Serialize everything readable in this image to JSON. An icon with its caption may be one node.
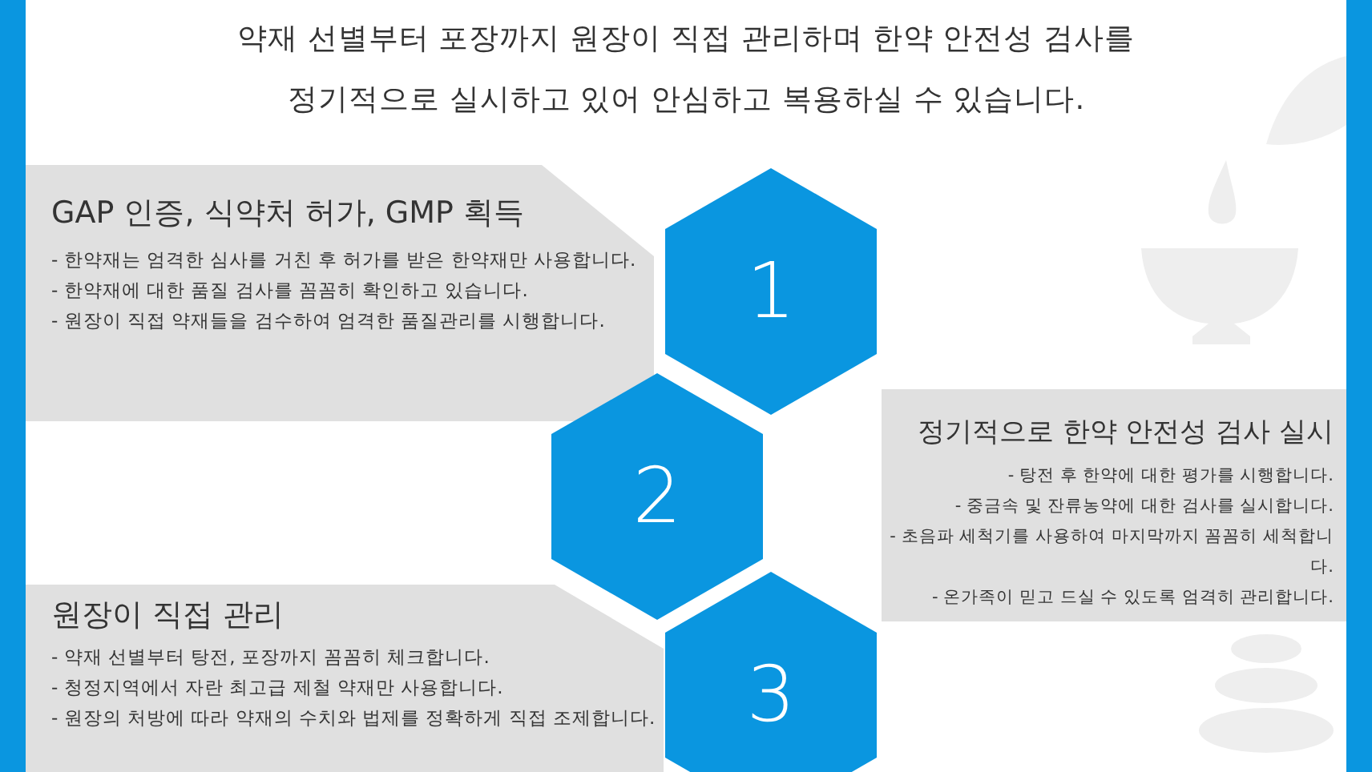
{
  "diagram": {
    "nodes": [
      {
        "text": [
          "GAP 인증, 식약처 허가, GMP 획득",
          "- 한약재는 엄격한 심사를 거친 후 허가를 받은 한약재만 사용합니다.",
          "- 한약재에 대한 품질 검사를 꼼꼼히 확인하고 있습니다.",
          "- 원장이 직접 약재들을 검수하여 엄격한 품질관리를 시행합니다."
        ]
      },
      {
        "text": [
          "1"
        ]
      },
      {
        "text": [
          "2"
        ]
      },
      {
        "text": [
          "정기적으로 한약 안전성 검사 실시",
          "- 탕전 후 한약에 대한 평가를 시행합니다.",
          "- 중금속 및 잔류농약에 대한 검사를 실시합니다.",
          "- 초음파 세척기를 사용하여 마지막까지 꼼꼼히 세척합니다.",
          "- 온가족이 믿고 드실 수 있도록 엄격히 관리합니다."
        ]
      },
      {
        "text": [
          "3"
        ]
      },
      {
        "text": [
          "원장이 직접 관리",
          "- 약재 선별부터 탕전, 포장까지 꼼꼼히 체크합니다.",
          "- 청정지역에서 자란 최고급 제철 약재만 사용합니다.",
          "- 원장의 처방에 따라 약재의 수치와 법제를 정확하게 직접 조제합니다."
        ]
      }
    ],
    "labels": [
      "약재 선별부터 포장까지 원장이 직접 관리하며 한약 안전성 검사를 정기적으로 실시하고 있어 안심하고 복용하실 수 있습니다."
    ]
  }
}
